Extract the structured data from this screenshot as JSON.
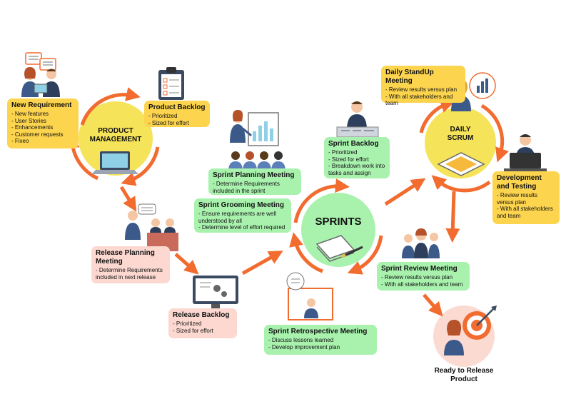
{
  "new_requirement": {
    "title": "New Requirement",
    "items": [
      "New features",
      "User Stories",
      "Enhancements",
      "Customer requests",
      "Fixeo"
    ]
  },
  "product_management": {
    "line1": "PRODUCT",
    "line2": "MANAGEMENT"
  },
  "product_backlog": {
    "title": "Product Backlog",
    "items": [
      "Prioritized",
      "Sized for effort"
    ]
  },
  "sprint_planning": {
    "title": "Sprint Planning Meeting",
    "items": [
      "Determine Requirements included in the sprint"
    ]
  },
  "sprint_grooming": {
    "title": "Sprint Grooming Meeting",
    "items": [
      "Ensure requirements are well understood by all",
      "Determine level of effort required"
    ]
  },
  "sprint_backlog": {
    "title": "Sprint Backlog",
    "items": [
      "Prioritized",
      "Sized for effort",
      "Breakdown work into tasks and assign"
    ]
  },
  "sprints": {
    "label": "SPRINTS"
  },
  "daily_standup": {
    "title": "Daily StandUp Meeting",
    "items": [
      "Review results versus plan",
      "With all stakeholders and team"
    ]
  },
  "daily_scrum": {
    "line1": "DAILY",
    "line2": "SCRUM"
  },
  "development_testing": {
    "title": "Development and Testing",
    "items": [
      "Review results versus plan",
      "With all stakeholders and team"
    ]
  },
  "release_planning": {
    "title": "Release Planning Meeting",
    "items": [
      "Determine Requirements included in next release"
    ]
  },
  "release_backlog": {
    "title": "Release Backlog",
    "items": [
      "Prioritized",
      "Sized for effort"
    ]
  },
  "sprint_retrospective": {
    "title": "Sprint Retrospective Meeting",
    "items": [
      "Discuss lessons learned",
      "Develop improvement plan"
    ]
  },
  "sprint_review": {
    "title": "Sprint Review Meeting",
    "items": [
      "Review results versus plan",
      "With all stakeholders and team"
    ]
  },
  "ready_release": {
    "line1": "Ready to Release",
    "line2": "Product"
  },
  "colors": {
    "arrow": "#f26b2f",
    "yellow_box": "#fcd44e",
    "green_box": "#a9f2ae",
    "pink_box": "#fcd8d0",
    "circle_yellow": "#f5e35a",
    "circle_green": "#a9f2ae",
    "circle_pink": "#fbdad2"
  }
}
